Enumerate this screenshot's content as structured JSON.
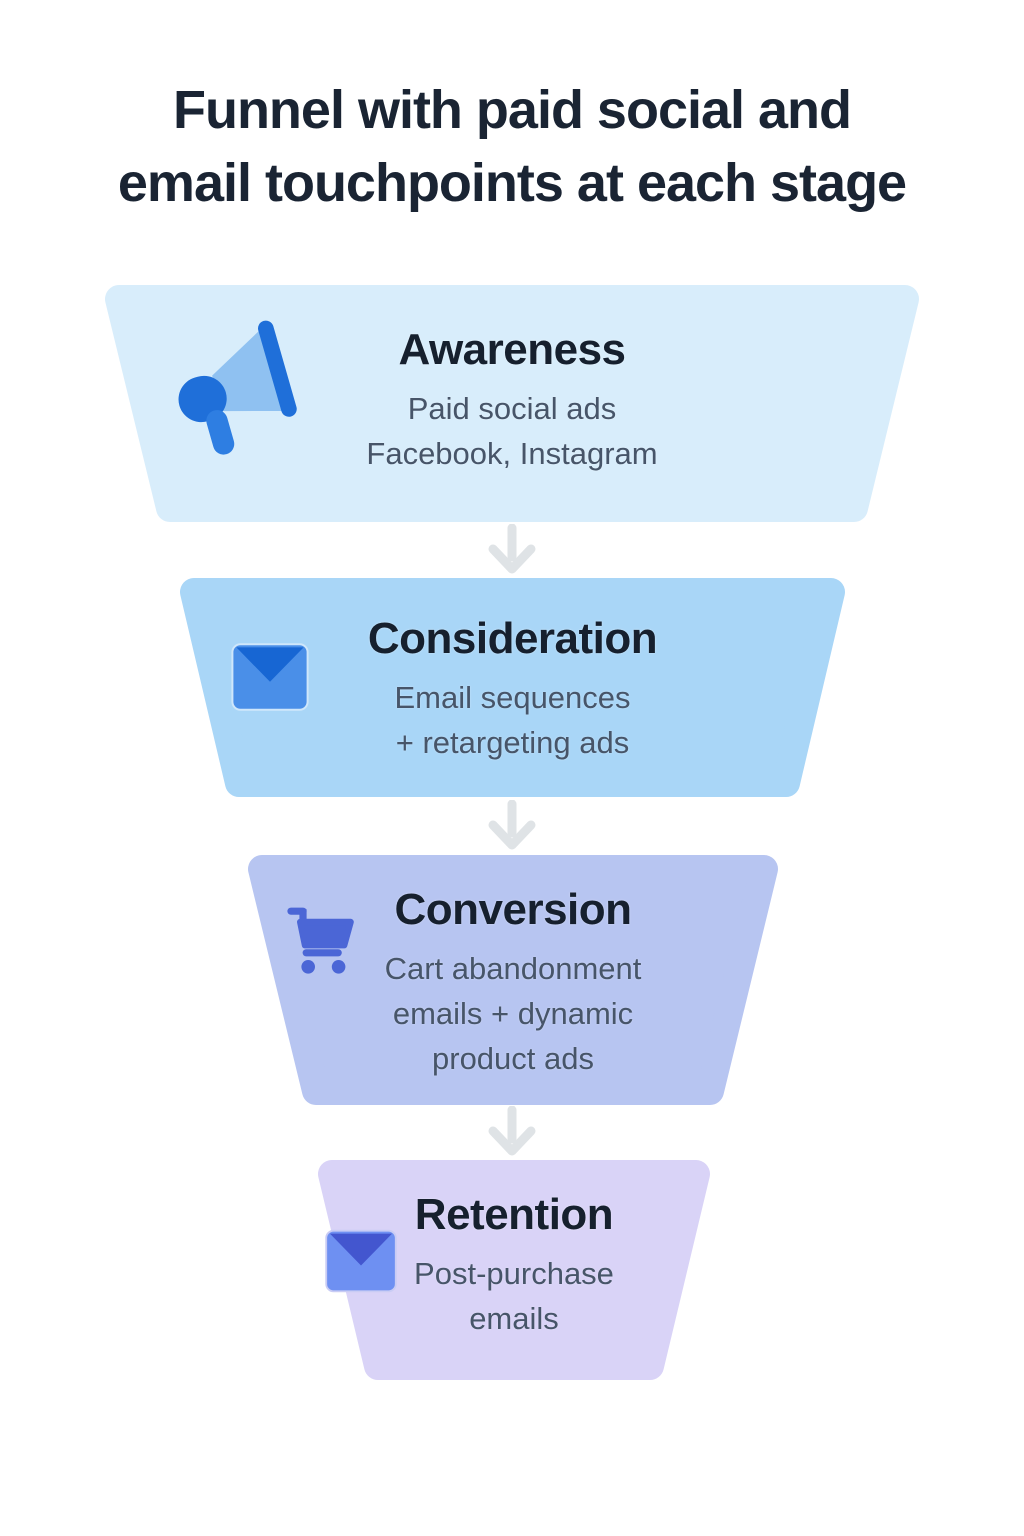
{
  "title": {
    "lines": [
      "Funnel with paid social and",
      "email touchpoints at each stage"
    ]
  },
  "funnel": {
    "stages": [
      {
        "label": "Awareness",
        "description_lines": [
          "Paid social ads",
          "Facebook, Instagram"
        ],
        "icon": "megaphone-icon",
        "bg_color": "#d8edfb"
      },
      {
        "label": "Consideration",
        "description_lines": [
          "Email sequences",
          "+ retargeting ads"
        ],
        "icon": "envelope-icon",
        "bg_color": "#a9d6f7"
      },
      {
        "label": "Conversion",
        "description_lines": [
          "Cart abandonment",
          "emails + dynamic",
          "product ads"
        ],
        "icon": "shopping-cart-icon",
        "bg_color": "#b7c5f1"
      },
      {
        "label": "Retention",
        "description_lines": [
          "Post-purchase",
          "emails"
        ],
        "icon": "envelope-icon",
        "bg_color": "#d9d3f7"
      }
    ]
  },
  "colors": {
    "page_background": "#ffffff",
    "title_text": "#1a2433",
    "stage_heading": "#16202e",
    "stage_description": "#475569",
    "arrow": "#dfe3e6",
    "megaphone_dark": "#1f6fd9",
    "megaphone_cone": "#8fc1f1",
    "megaphone_handle": "#2e7ee2",
    "envelope_body": "#4a8fe8",
    "envelope_flap": "#1766d3",
    "retention_envelope_body": "#6e90f2",
    "retention_envelope_flap": "#4356cf",
    "cart": "#4b66d6"
  }
}
